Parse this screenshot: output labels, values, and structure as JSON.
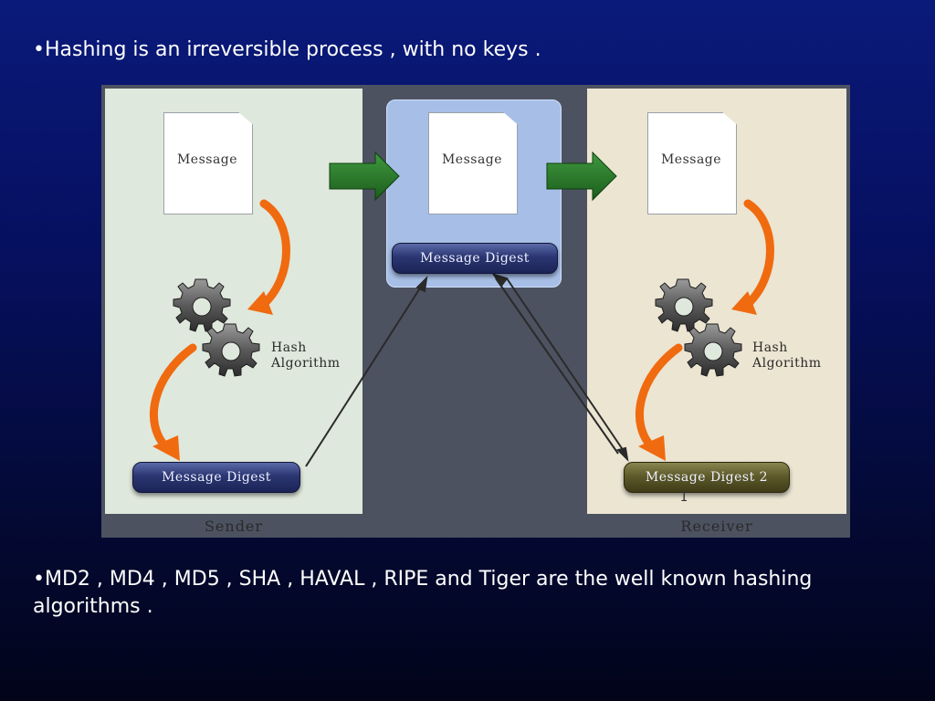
{
  "slide": {
    "bullet_top": "•Hashing is an irreversible process , with no keys .",
    "bullet_bottom": "•MD2 , MD4 , MD5 , SHA , HAVAL , RIPE and Tiger are the well known hashing algorithms ."
  },
  "diagram": {
    "sender": {
      "caption": "Sender",
      "message_label": "Message",
      "hash_label_line1": "Hash",
      "hash_label_line2": "Algorithm",
      "digest_label": "Message Digest"
    },
    "middle": {
      "message_label": "Message",
      "digest_label": "Message Digest"
    },
    "receiver": {
      "caption": "Receiver",
      "message_label": "Message",
      "hash_label_line1": "Hash",
      "hash_label_line2": "Algorithm",
      "digest_label": "Message Digest 2",
      "cursor_glyph": "I"
    }
  },
  "icons": [
    "gear-icon",
    "document-icon",
    "green-arrow-icon",
    "orange-curved-arrow-icon"
  ],
  "colors": {
    "sender_panel": "#dfe8dc",
    "receiver_panel": "#ebe5d2",
    "middle_panel": "#a7bfe6",
    "green_arrow": "#2a7a2a",
    "orange_arrow": "#f06a10",
    "digest_blue": "#2b3672",
    "digest_olive": "#5e5a2a"
  }
}
